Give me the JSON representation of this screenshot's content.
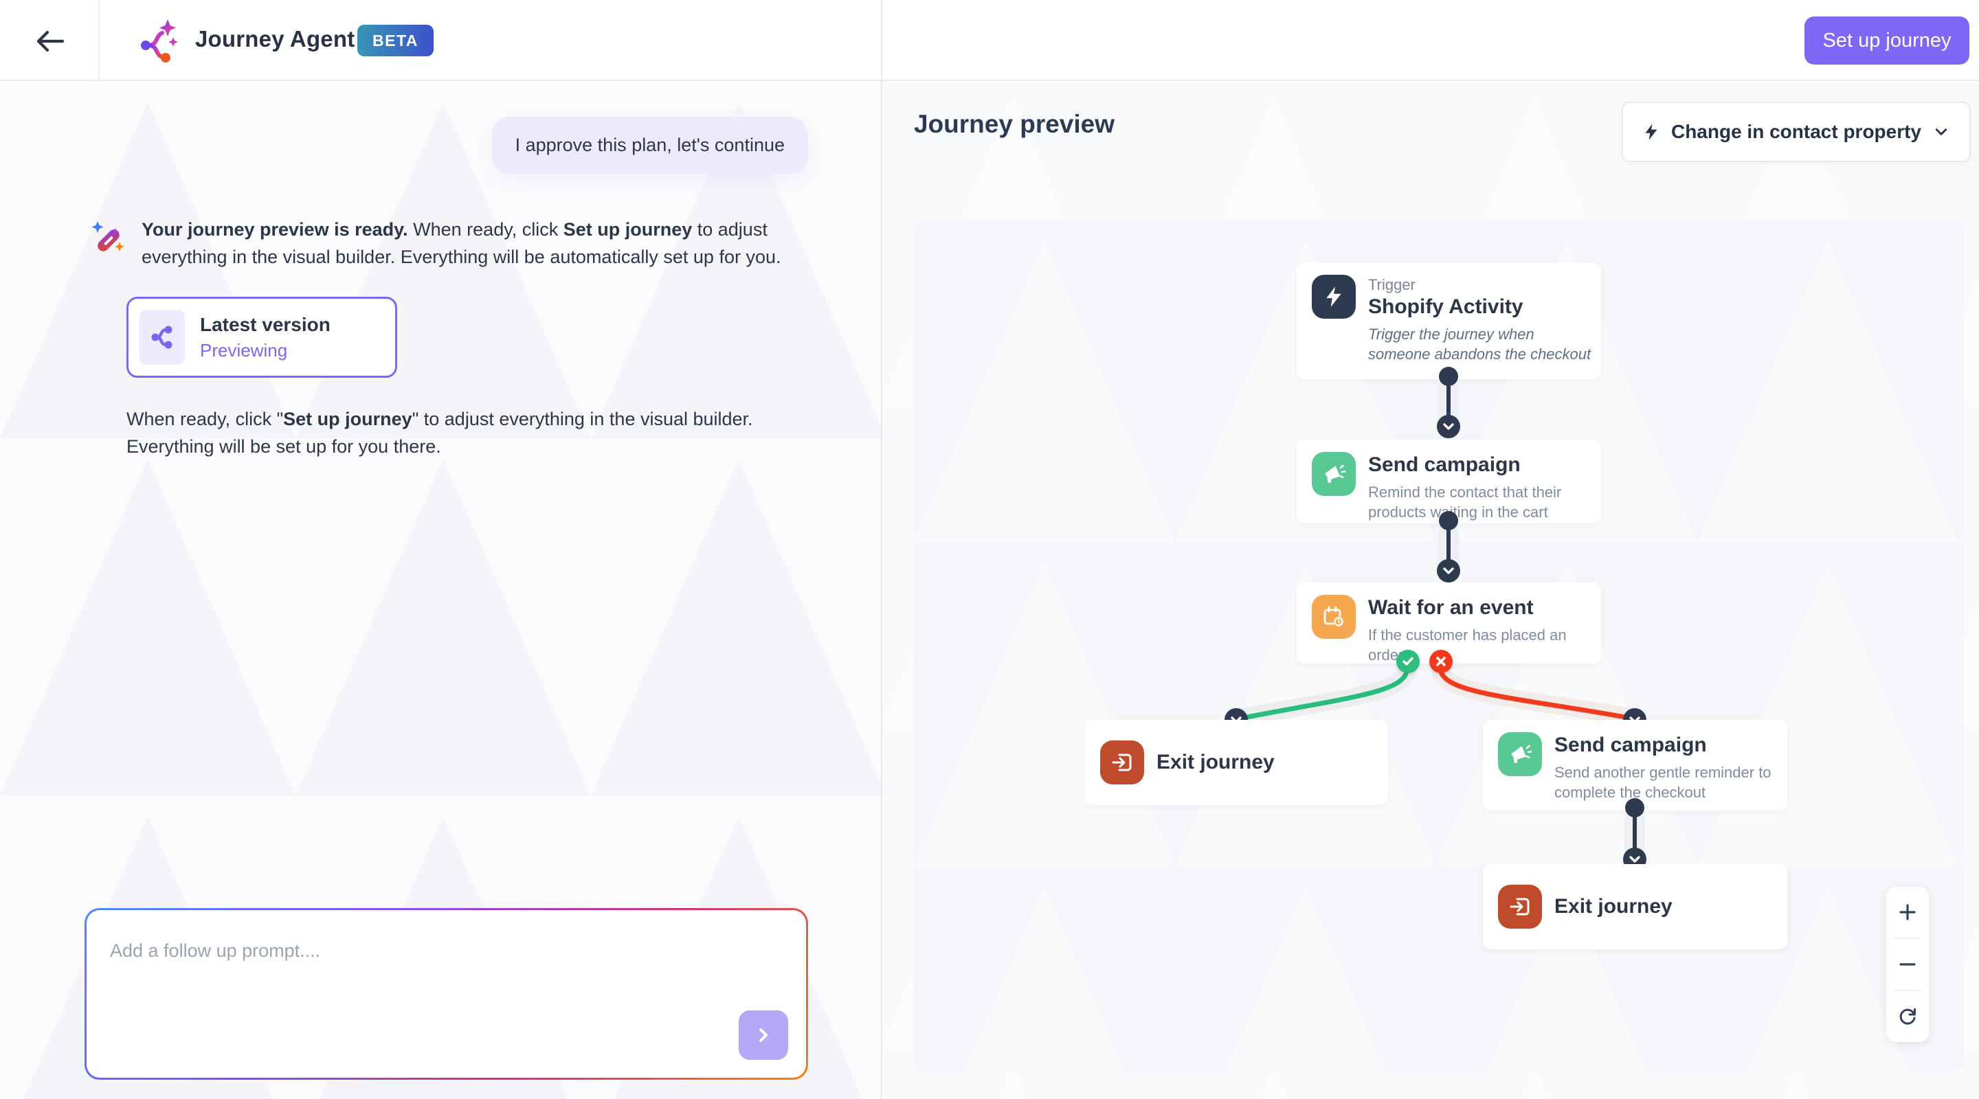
{
  "header": {
    "app_title": "Journey Agent",
    "beta_badge": "BETA",
    "setup_button_label": "Set up journey"
  },
  "chat": {
    "user_message": "I approve this plan, let's continue",
    "assistant_message": {
      "part_bold_1": "Your journey preview is ready.",
      "part_2": " When ready, click ",
      "part_bold_3": "Set up journey",
      "part_4": " to adjust everything in the visual builder. Everything will be automatically set up for you."
    },
    "version_card": {
      "title": "Latest version",
      "status": "Previewing"
    },
    "note": {
      "part_1": "When ready, click \"",
      "part_bold_2": "Set up journey",
      "part_3": "\" to adjust everything in the visual builder. Everything will be set up for you there."
    },
    "input_placeholder": "Add a follow up prompt...."
  },
  "preview": {
    "title": "Journey preview",
    "trigger_dropdown_label": "Change in contact property",
    "nodes": [
      {
        "kind_label": "Trigger",
        "title": "Shopify Activity",
        "description": "Trigger the journey when someone abandons the checkout",
        "icon": "lightning-icon",
        "color": "#2E3A50"
      },
      {
        "title": "Send campaign",
        "description": "Remind the contact that their products waiting in the cart",
        "icon": "megaphone-icon",
        "color": "#57C794"
      },
      {
        "title": "Wait for an event",
        "description": "If the customer has placed an order",
        "icon": "calendar-clock-icon",
        "color": "#F4A74F"
      },
      {
        "title": "Exit journey",
        "icon": "exit-icon",
        "color": "#C04A2C"
      },
      {
        "title": "Send campaign",
        "description": "Send another gentle reminder to complete the checkout",
        "icon": "megaphone-icon",
        "color": "#57C794"
      },
      {
        "title": "Exit journey",
        "icon": "exit-icon",
        "color": "#C04A2C"
      }
    ],
    "branch": {
      "yes_icon": "check-icon",
      "yes_color": "#2BBE7D",
      "no_icon": "x-icon",
      "no_color": "#F23B1D"
    },
    "zoom_controls": {
      "icons": [
        "plus-icon",
        "minus-icon",
        "refresh-icon"
      ]
    }
  },
  "colors": {
    "accent_purple": "#7D67F6",
    "navy": "#2E3A50",
    "green": "#57C794",
    "orange": "#F4A74F",
    "rust": "#C04A2C",
    "branch_yes": "#2BBE7D",
    "branch_no": "#F23B1D",
    "beta_gradient": [
      "#3796B4",
      "#3C51CC"
    ],
    "prompt_border_gradient": [
      "#4A8CF5",
      "#8A4BF0",
      "#D4327A",
      "#F5820D"
    ]
  }
}
